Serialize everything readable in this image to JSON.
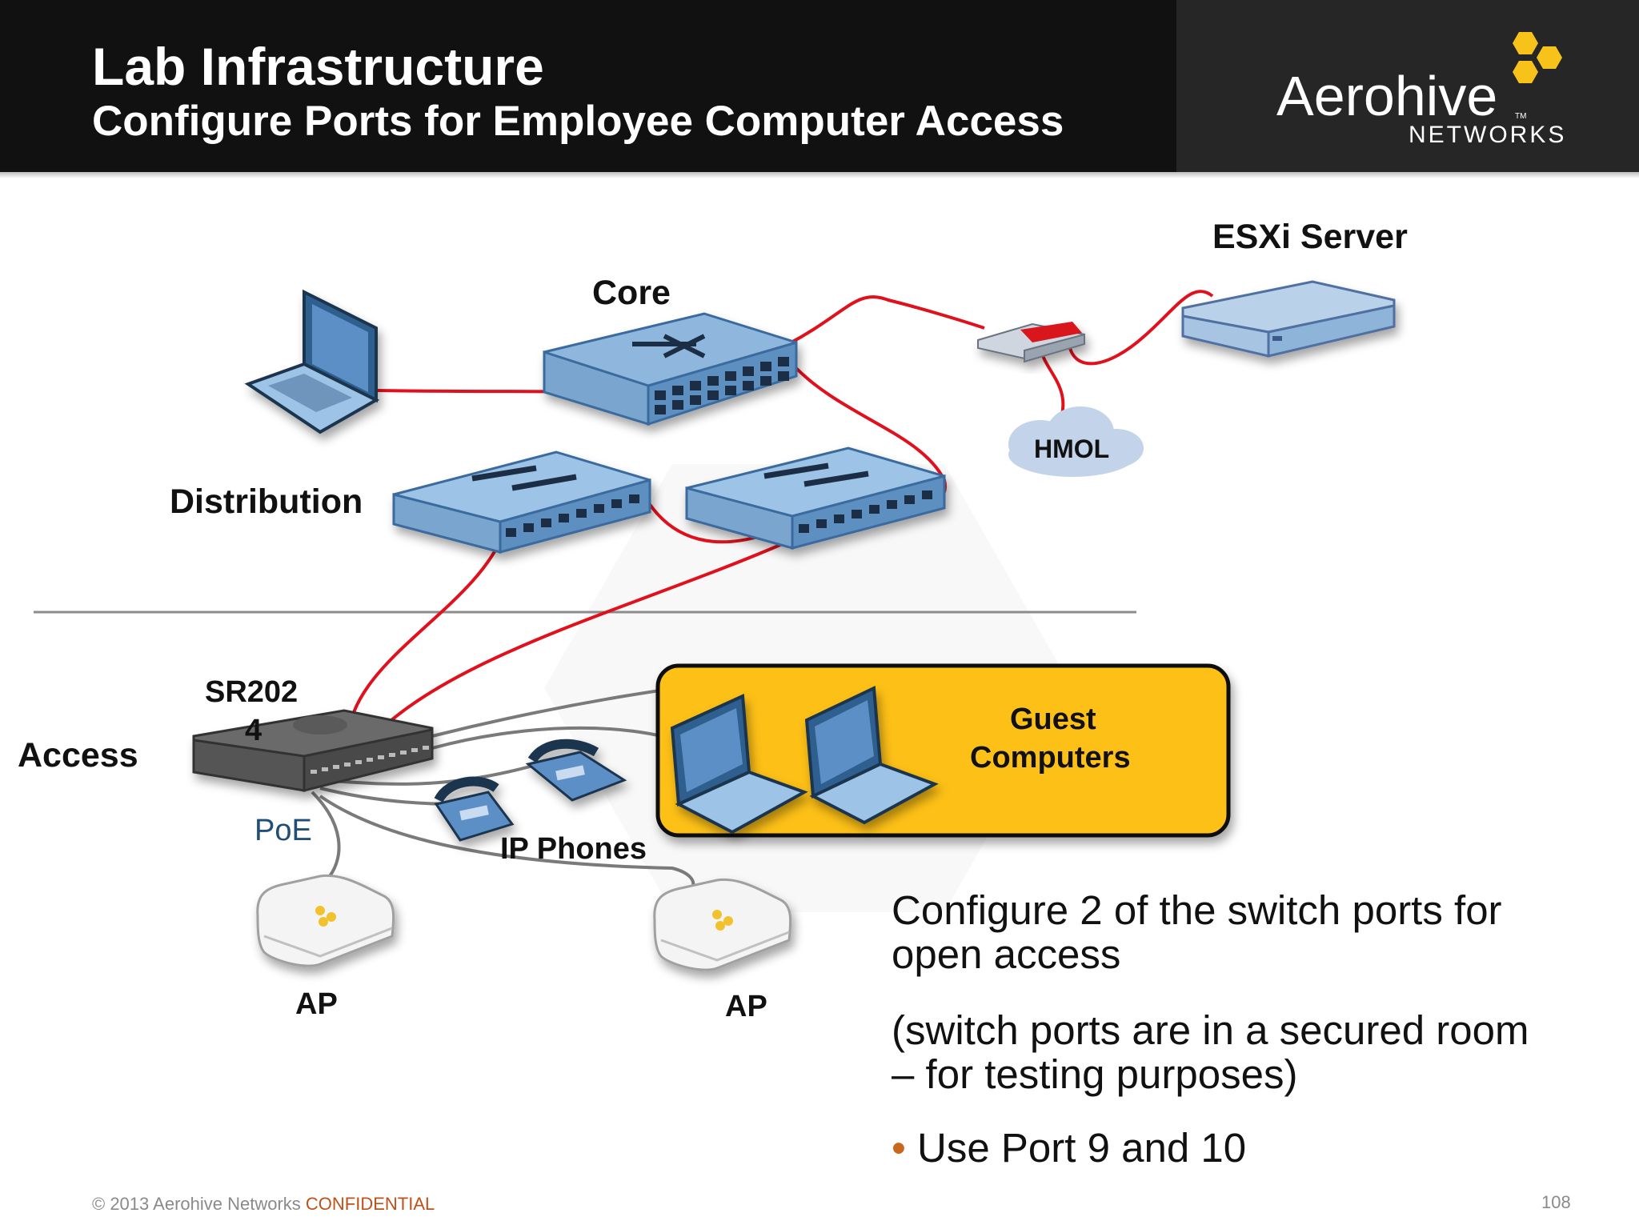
{
  "header": {
    "title": "Lab Infrastructure",
    "subtitle": "Configure Ports for Employee Computer Access",
    "brand_name": "Aerohive",
    "brand_tm": "TM",
    "brand_sub": "NETWORKS"
  },
  "diagram": {
    "labels": {
      "core": "Core",
      "esxi": "ESXi Server",
      "distribution": "Distribution",
      "hmol": "HMOL",
      "sr_line1": "SR202",
      "sr_line2": "4",
      "access": "Access",
      "poe": "PoE",
      "ip_phones": "IP Phones",
      "guest_line1": "Guest",
      "guest_line2": "Computers",
      "ap_left": "AP",
      "ap_right": "AP"
    },
    "colors": {
      "cable_uplink": "#e0101c",
      "cable_access": "#7a7a7a",
      "guest_box_fill": "#fdc012",
      "switch_blue": "#9dc3e6",
      "poe_text": "#1f4e79"
    }
  },
  "content": {
    "line1": "Configure 2 of the switch ports for open access",
    "line2": "(switch ports are in a secured room – for testing purposes)",
    "bullet_symbol": "•",
    "bullet_text": "Use Port 9 and 10"
  },
  "footer": {
    "copyright": "© 2013 Aerohive Networks ",
    "confidential": "CONFIDENTIAL",
    "page_number": "108"
  }
}
